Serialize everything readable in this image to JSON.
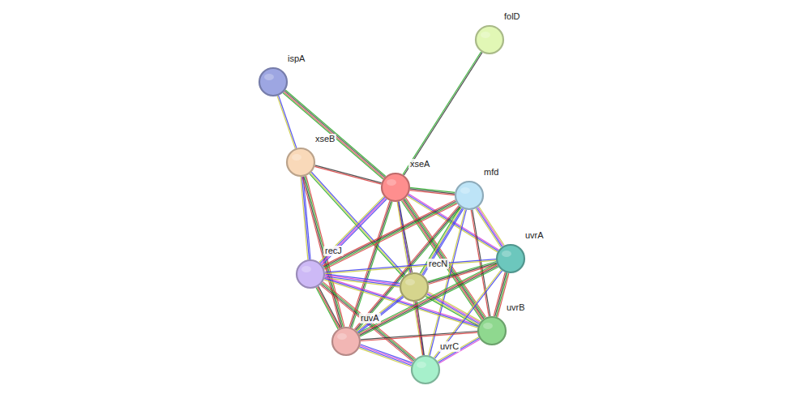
{
  "diagram": {
    "nodes": [
      {
        "text": [
          "folD"
        ]
      },
      {
        "text": [
          "ispA"
        ]
      },
      {
        "text": [
          "xseB"
        ]
      },
      {
        "text": [
          "xseA"
        ]
      },
      {
        "text": [
          "mfd"
        ]
      },
      {
        "text": [
          "uvrA"
        ]
      },
      {
        "text": [
          "recJ"
        ]
      },
      {
        "text": [
          "recN"
        ]
      },
      {
        "text": [
          "uvrB"
        ]
      },
      {
        "text": [
          "ruvA"
        ]
      },
      {
        "text": [
          "uvrC"
        ]
      }
    ],
    "edges": [
      {
        "from": 1,
        "to": 2,
        "arrow": "none"
      },
      {
        "from": 1,
        "to": 3,
        "arrow": "none"
      },
      {
        "from": 0,
        "to": 3,
        "arrow": "none"
      },
      {
        "from": 2,
        "to": 3,
        "arrow": "none"
      },
      {
        "from": 2,
        "to": 6,
        "arrow": "none"
      },
      {
        "from": 2,
        "to": 9,
        "arrow": "none"
      },
      {
        "from": 2,
        "to": 7,
        "arrow": "none"
      },
      {
        "from": 3,
        "to": 4,
        "arrow": "none"
      },
      {
        "from": 3,
        "to": 6,
        "arrow": "none"
      },
      {
        "from": 3,
        "to": 7,
        "arrow": "none"
      },
      {
        "from": 3,
        "to": 5,
        "arrow": "none"
      },
      {
        "from": 3,
        "to": 8,
        "arrow": "none"
      },
      {
        "from": 3,
        "to": 10,
        "arrow": "none"
      },
      {
        "from": 3,
        "to": 9,
        "arrow": "none"
      },
      {
        "from": 4,
        "to": 5,
        "arrow": "none"
      },
      {
        "from": 4,
        "to": 8,
        "arrow": "none"
      },
      {
        "from": 4,
        "to": 7,
        "arrow": "none"
      },
      {
        "from": 4,
        "to": 6,
        "arrow": "none"
      },
      {
        "from": 4,
        "to": 10,
        "arrow": "none"
      },
      {
        "from": 4,
        "to": 9,
        "arrow": "none"
      },
      {
        "from": 6,
        "to": 7,
        "arrow": "none"
      },
      {
        "from": 6,
        "to": 9,
        "arrow": "none"
      },
      {
        "from": 6,
        "to": 8,
        "arrow": "none"
      },
      {
        "from": 6,
        "to": 10,
        "arrow": "none"
      },
      {
        "from": 6,
        "to": 5,
        "arrow": "none"
      },
      {
        "from": 7,
        "to": 5,
        "arrow": "none"
      },
      {
        "from": 7,
        "to": 8,
        "arrow": "none"
      },
      {
        "from": 7,
        "to": 10,
        "arrow": "none"
      },
      {
        "from": 7,
        "to": 9,
        "arrow": "none"
      },
      {
        "from": 5,
        "to": 8,
        "arrow": "none"
      },
      {
        "from": 5,
        "to": 10,
        "arrow": "none"
      },
      {
        "from": 5,
        "to": 9,
        "arrow": "none"
      },
      {
        "from": 9,
        "to": 10,
        "arrow": "none"
      },
      {
        "from": 9,
        "to": 8,
        "arrow": "none"
      },
      {
        "from": 8,
        "to": 10,
        "arrow": "none"
      }
    ]
  }
}
